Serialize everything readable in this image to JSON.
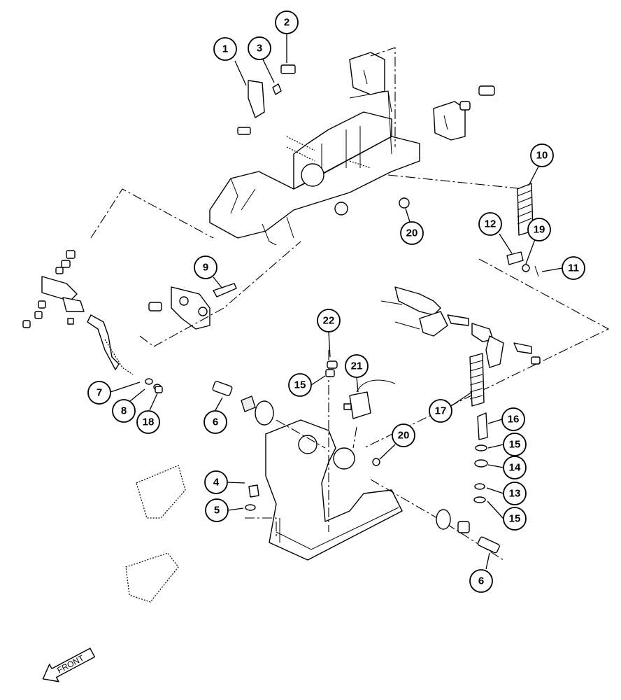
{
  "callouts": {
    "c1": "1",
    "c2": "2",
    "c3": "3",
    "c4": "4",
    "c5": "5",
    "c6a": "6",
    "c6b": "6",
    "c7": "7",
    "c8": "8",
    "c9": "9",
    "c10": "10",
    "c11": "11",
    "c12": "12",
    "c13": "13",
    "c14": "14",
    "c15a": "15",
    "c15b": "15",
    "c15c": "15",
    "c16": "16",
    "c17": "17",
    "c18": "18",
    "c19": "19",
    "c20a": "20",
    "c20b": "20",
    "c21": "21",
    "c22": "22"
  },
  "direction_label": "FRONT"
}
